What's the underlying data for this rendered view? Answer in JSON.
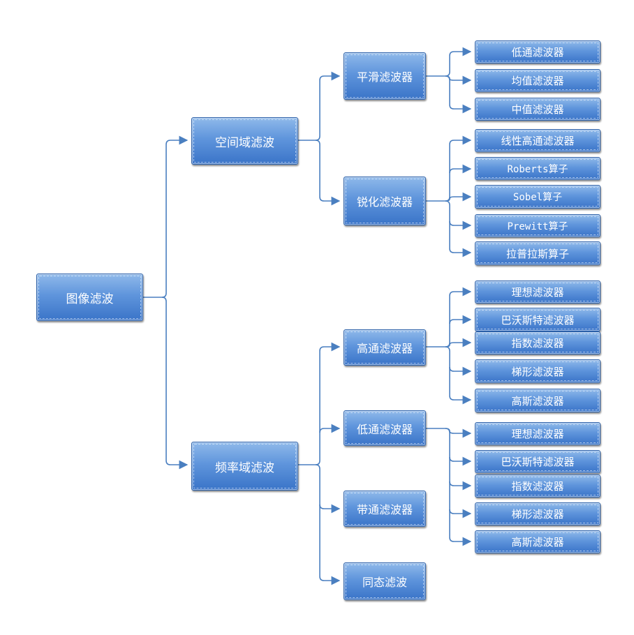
{
  "diagram": {
    "root": "图像滤波",
    "spatial": {
      "label": "空间域滤波",
      "smooth": {
        "label": "平滑滤波器",
        "children": [
          "低通滤波器",
          "均值滤波器",
          "中值滤波器"
        ]
      },
      "sharpen": {
        "label": "锐化滤波器",
        "children": [
          "线性高通滤波器",
          "Roberts算子",
          "Sobel算子",
          "Prewitt算子",
          "拉普拉斯算子"
        ]
      }
    },
    "frequency": {
      "label": "频率域滤波",
      "highpass": {
        "label": "高通滤波器",
        "children": [
          "理想滤波器",
          "巴沃斯特滤波器",
          "指数滤波器",
          "梯形滤波器",
          "高斯滤波器"
        ]
      },
      "lowpass": {
        "label": "低通滤波器",
        "children": [
          "理想滤波器",
          "巴沃斯特滤波器",
          "指数滤波器",
          "梯形滤波器",
          "高斯滤波器"
        ]
      },
      "bandpass": {
        "label": "带通滤波器"
      },
      "homomorphic": {
        "label": "同态滤波"
      }
    },
    "colors": {
      "connector": "#4a7fc0",
      "box_top": "#8fb9ea",
      "box_bottom": "#3a74c8",
      "box_border": "#2a5fa8",
      "text": "#ffffff"
    }
  }
}
